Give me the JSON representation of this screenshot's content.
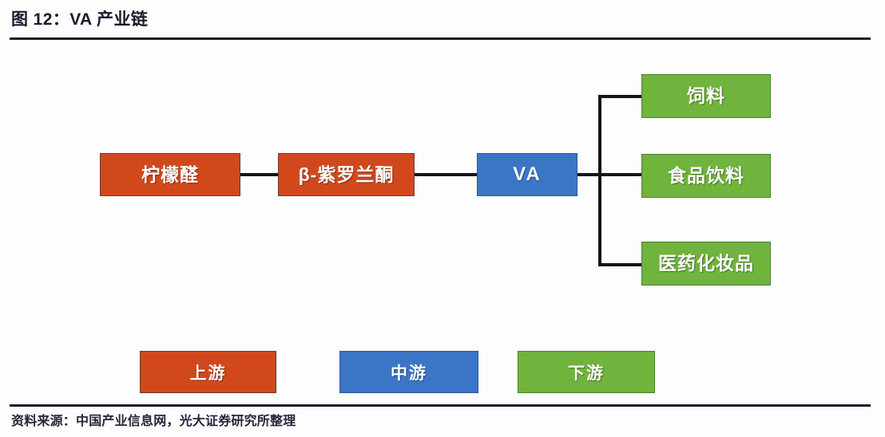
{
  "figure": {
    "title": "图 12：VA 产业链",
    "source": "资料来源：中国产业信息网，光大证券研究所整理"
  },
  "colors": {
    "upstream": "#d2481d",
    "midstream": "#3b76c6",
    "downstream": "#70b33d",
    "connector": "#14141c",
    "rule": "#1d1d2d",
    "background": "#fdfdfe",
    "node_text": "#ffffff"
  },
  "chain": {
    "upstream_nodes": [
      {
        "label": "柠檬醛",
        "tier": "upstream"
      },
      {
        "label": "β-紫罗兰酮",
        "tier": "upstream"
      }
    ],
    "midstream_nodes": [
      {
        "label": "VA",
        "tier": "midstream"
      }
    ],
    "downstream_nodes": [
      {
        "label": "饲料",
        "tier": "downstream"
      },
      {
        "label": "食品饮料",
        "tier": "downstream"
      },
      {
        "label": "医药化妆品",
        "tier": "downstream"
      }
    ]
  },
  "legend": {
    "items": [
      {
        "label": "上游",
        "tier": "upstream"
      },
      {
        "label": "中游",
        "tier": "midstream"
      },
      {
        "label": "下游",
        "tier": "downstream"
      }
    ]
  }
}
